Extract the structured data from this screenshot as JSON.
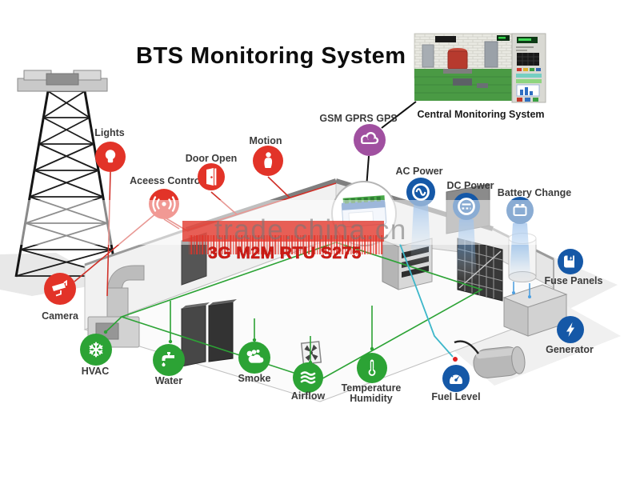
{
  "title": "BTS Monitoring System",
  "watermark_text": "trade.china.cn",
  "banner": {
    "device_label": "3G M2M RTU S275"
  },
  "cms": {
    "caption": "Central Monitoring System"
  },
  "colors": {
    "alarm_red": "#e23328",
    "power_blue": "#1558a7",
    "environment_green": "#2ca335",
    "gsm_purple": "#a050a0",
    "device_label_red": "#cf1b15",
    "wire_red": "#d03028",
    "wire_green": "#2ca335",
    "wire_teal": "#3db7ca",
    "watermark_gray": "#777777"
  },
  "labels": {
    "lights": "Lights",
    "access_control": "Aceess Control",
    "door_open": "Door Open",
    "motion": "Motion",
    "gsm": "GSM GPRS GPS",
    "ac_power": "AC Power",
    "dc_power": "DC Power",
    "battery_change": "Battery Change",
    "fuse_panels": "Fuse Panels",
    "generator": "Generator",
    "fuel_level": "Fuel Level",
    "camera": "Camera",
    "hvac": "HVAC",
    "water": "Water",
    "smoke": "Smoke",
    "airflow": "Airflow",
    "temperature": "Temperature",
    "humidity": "Humidity"
  }
}
